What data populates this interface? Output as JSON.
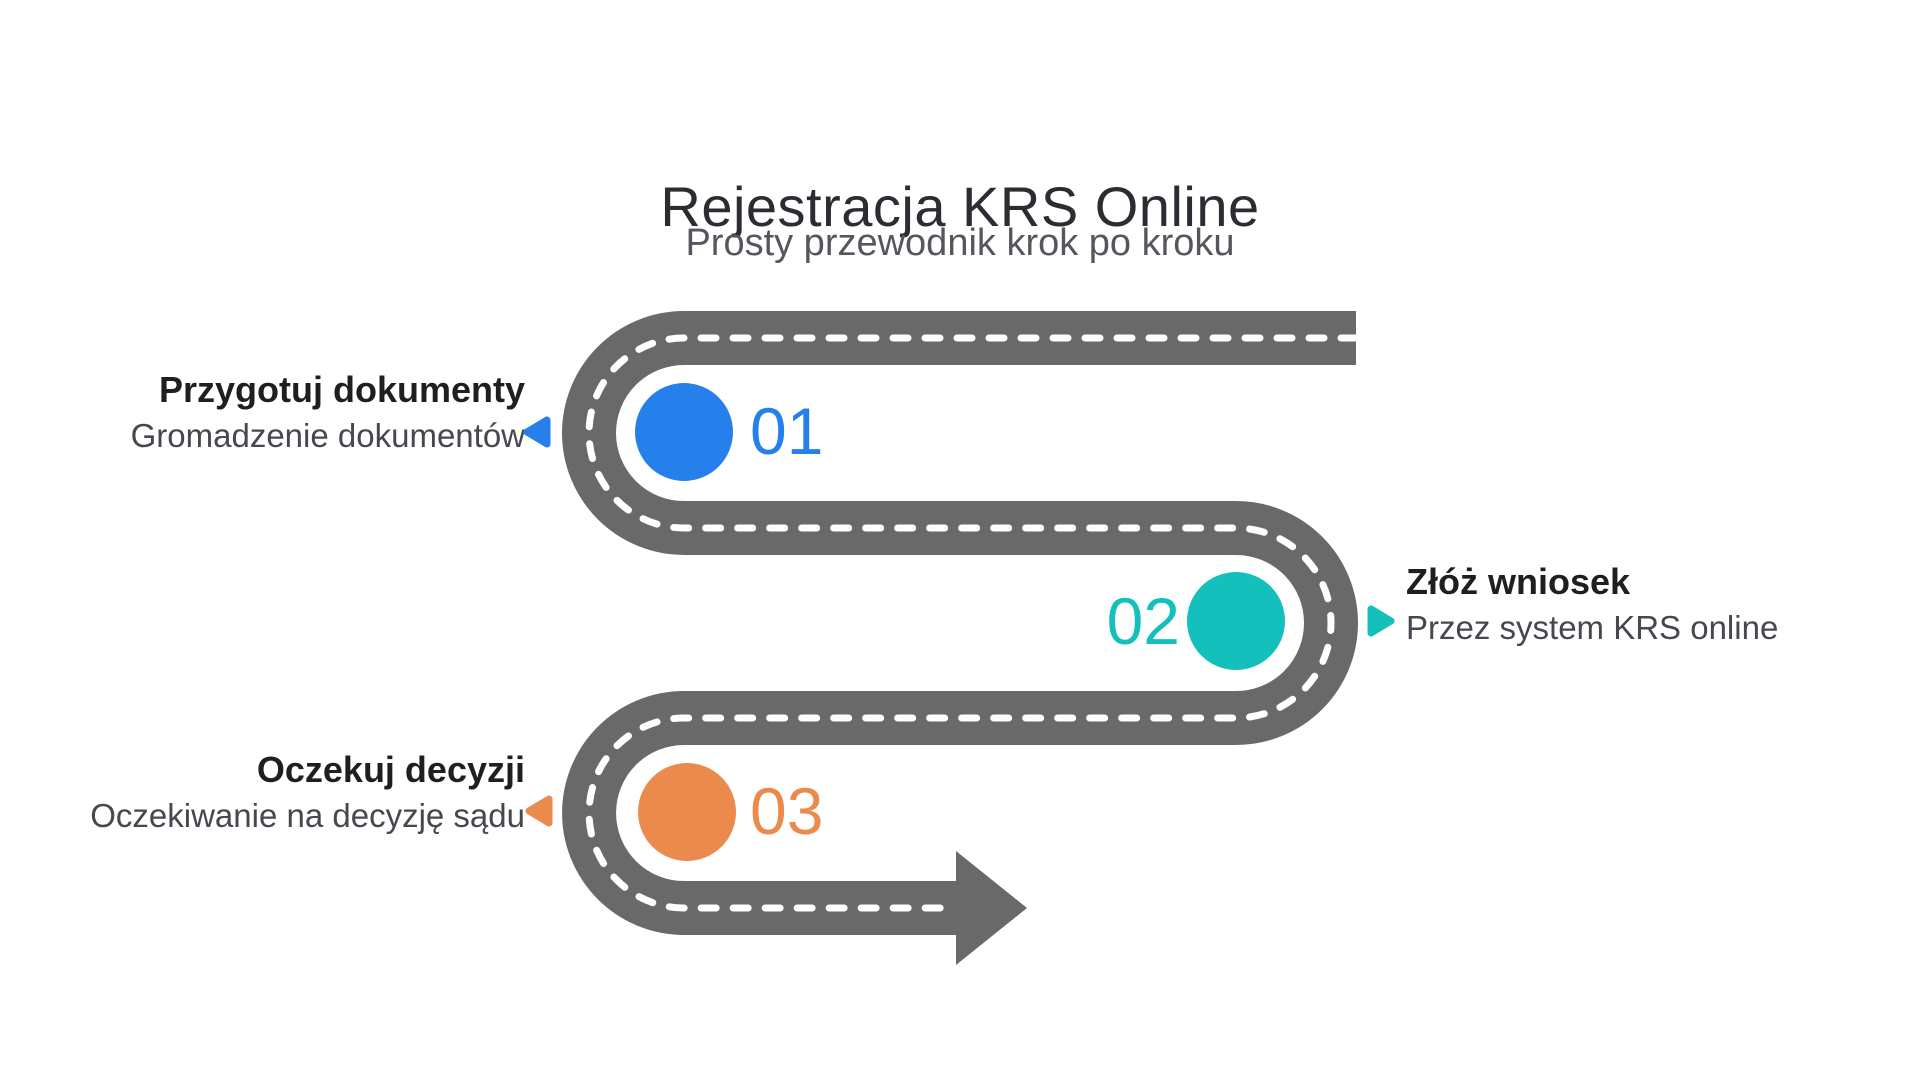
{
  "header": {
    "title": "Rejestracja KRS Online",
    "subtitle": "Prosty przewodnik krok po kroku"
  },
  "steps": [
    {
      "number": "01",
      "title": "Przygotuj dokumenty",
      "description": "Gromadzenie dokumentów",
      "color": "#2680EB",
      "side": "left"
    },
    {
      "number": "02",
      "title": "Złóż wniosek",
      "description": "Przez system KRS online",
      "color": "#14C0BB",
      "side": "right"
    },
    {
      "number": "03",
      "title": "Oczekuj decyzji",
      "description": "Oczekiwanie na decyzję sądu",
      "color": "#EB8A4D",
      "side": "left"
    }
  ],
  "road": {
    "color": "#696969",
    "line_color": "#ffffff"
  }
}
